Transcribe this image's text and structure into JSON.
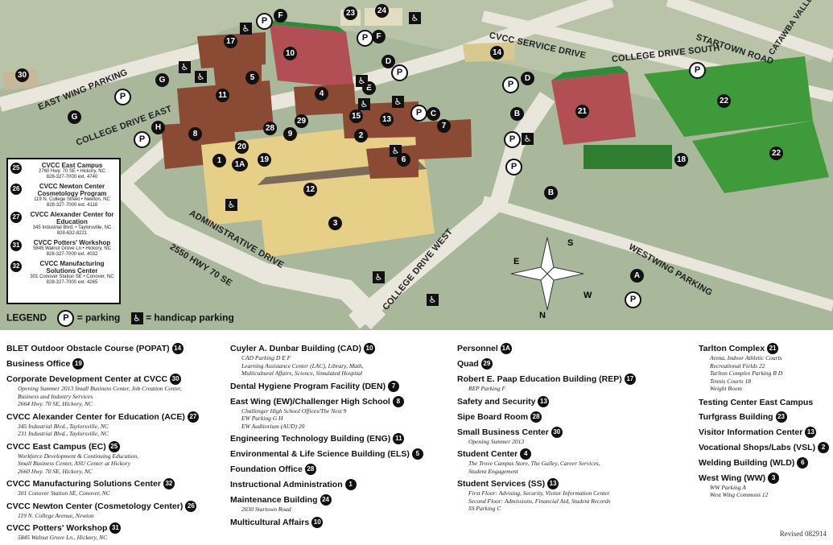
{
  "map": {
    "roads": [
      "STARTOWN ROAD",
      "CATAWBA VALLEY BLVD",
      "CVCC SERVICE DRIVE",
      "COLLEGE DRIVE SOUTH",
      "EAST WING PARKING",
      "COLLEGE DRIVE EAST",
      "ADMINISTRATIVE DRIVE",
      "2550 HWY 70 SE",
      "COLLEGE DRIVE WEST",
      "WESTWING PARKING"
    ],
    "compass": [
      "S",
      "E",
      "W",
      "N"
    ],
    "building_markers": [
      "1",
      "1A",
      "2",
      "3",
      "4",
      "5",
      "6",
      "7",
      "8",
      "9",
      "10",
      "11",
      "12",
      "13",
      "14",
      "15",
      "17",
      "18",
      "19",
      "20",
      "21",
      "22",
      "22",
      "23",
      "24",
      "28",
      "29",
      "30"
    ],
    "parking_markers": [
      "A",
      "B",
      "B",
      "C",
      "D",
      "D",
      "E",
      "F",
      "F",
      "G",
      "G",
      "H"
    ],
    "offsite_box": [
      {
        "num": "25",
        "name": "CVCC East Campus",
        "lines": [
          "2760 Hwy. 70 SE • Hickory, NC",
          "828-327-7000 ext. 4740"
        ]
      },
      {
        "num": "26",
        "name": "CVCC Newton Center Cosmetology Program",
        "lines": [
          "119 N. College Street • Newton, NC",
          "828-327-7000 ext. 4118"
        ]
      },
      {
        "num": "27",
        "name": "CVCC Alexander Center for Education",
        "lines": [
          "345 Industrial Blvd. • Taylorsville, NC",
          "828-632-8221"
        ]
      },
      {
        "num": "31",
        "name": "CVCC Potters' Workshop",
        "lines": [
          "5845 Walnut Grove Ln • Hickory, NC",
          "828-327-7000 ext. 4032"
        ]
      },
      {
        "num": "32",
        "name": "CVCC Manufacturing Solutions Center",
        "lines": [
          "301 Conover Station SE • Conover, NC",
          "828-327-7000 ext. 4265"
        ]
      }
    ],
    "legend": {
      "title": "LEGEND",
      "parking_symbol": "P",
      "parking": "= parking",
      "handicap": "= handicap parking"
    }
  },
  "directory": {
    "col1": [
      {
        "name": "BLET Outdoor Obstacle Course (POPAT)",
        "num": "14"
      },
      {
        "name": "Business Office",
        "num": "19"
      },
      {
        "name": "Corporate Development Center at CVCC",
        "num": "30",
        "inline": "Opening Summer 2013 Small Business Center, Job Creation Center,",
        "sub": [
          "Business and Industry Services",
          "2664 Hwy. 70 SE, Hickory, NC"
        ]
      },
      {
        "name": "CVCC Alexander Center for Education (ACE)",
        "num": "27",
        "sub": [
          "345 Industrial Blvd., Taylorsville, NC",
          "231 Industrial Blvd., Taylorsville, NC"
        ]
      },
      {
        "name": "CVCC East Campus (EC)",
        "num": "25",
        "sub": [
          "Workforce Development & Continuing Education,",
          "Small Business Center, ASU Center at Hickory",
          "2660 Hwy. 70 SE, Hickory, NC"
        ]
      },
      {
        "name": "CVCC Manufacturing Solutions Center",
        "num": "32",
        "sub": [
          "301 Conover Station SE, Conover, NC"
        ]
      },
      {
        "name": "CVCC Newton Center (Cosmetology Center)",
        "num": "26",
        "sub": [
          "119 N. College Avenue, Newton"
        ]
      },
      {
        "name": "CVCC Potters' Workshop",
        "num": "31",
        "sub": [
          "5845 Walnut Grove Ln., Hickory, NC"
        ]
      }
    ],
    "col2": [
      {
        "name": "Cuyler A. Dunbar Building (CAD)",
        "num": "10",
        "sub": [
          "CAD Parking D E F",
          "Learning Assistance Center (LAC), Library, Math,",
          "Multicultural Affairs, Science, Simulated Hospital"
        ]
      },
      {
        "name": "Dental Hygiene Program Facility (DEN)",
        "num": "7"
      },
      {
        "name": "East Wing (EW)/Challenger High School",
        "num": "8",
        "sub": [
          "Challenger High School Offices/The Nest 9",
          "EW Parking G H",
          "EW Auditorium (AUD) 20"
        ]
      },
      {
        "name": "Engineering Technology Building (ENG)",
        "num": "11"
      },
      {
        "name": "Environmental & Life Science Building (ELS)",
        "num": "5"
      },
      {
        "name": "Foundation Office",
        "num": "28"
      },
      {
        "name": "Instructional Administration",
        "num": "1"
      },
      {
        "name": "Maintenance Building",
        "num": "24",
        "sub": [
          "2030 Startown Road"
        ]
      },
      {
        "name": "Multicultural Affairs",
        "num": "10"
      }
    ],
    "col3": [
      {
        "name": "Personnel",
        "num": "1A"
      },
      {
        "name": "Quad",
        "num": "29"
      },
      {
        "name": "Robert E. Paap Education Building (REP)",
        "num": "17",
        "sub": [
          "REP Parking F"
        ]
      },
      {
        "name": "Safety and Security",
        "num": "13"
      },
      {
        "name": "Sipe Board Room",
        "num": "28"
      },
      {
        "name": "Small Business Center",
        "num": "30",
        "sub": [
          "Opening Summer 2013"
        ]
      },
      {
        "name": "Student Center",
        "num": "4",
        "sub": [
          "The Trove Campus Store, The Galley, Career Services,",
          "Student Engagement"
        ]
      },
      {
        "name": "Student Services (SS)",
        "num": "13",
        "sub": [
          "First Floor: Advising, Security, Visitor Information Center",
          "Second Floor: Admissions, Financial Aid, Student Records",
          "SS Parking C"
        ]
      }
    ],
    "col4": [
      {
        "name": "Tarlton Complex",
        "num": "21",
        "sub": [
          "Arena, Indoor Athletic Courts",
          "Recreational Fields 22",
          "Tarlton Complex Parking B D",
          "Tennis Courts 18",
          "Weight Room"
        ]
      },
      {
        "name": "Testing Center East Campus",
        "num": ""
      },
      {
        "name": "Turfgrass Building",
        "num": "23"
      },
      {
        "name": "Visitor Information Center",
        "num": "13"
      },
      {
        "name": "Vocational Shops/Labs (VSL)",
        "num": "2"
      },
      {
        "name": "Welding Building (WLD)",
        "num": "6"
      },
      {
        "name": "West Wing (WW)",
        "num": "3",
        "sub": [
          "WW Parking A",
          "West Wing Commons 12"
        ]
      }
    ],
    "revised": "Revised 082914"
  }
}
